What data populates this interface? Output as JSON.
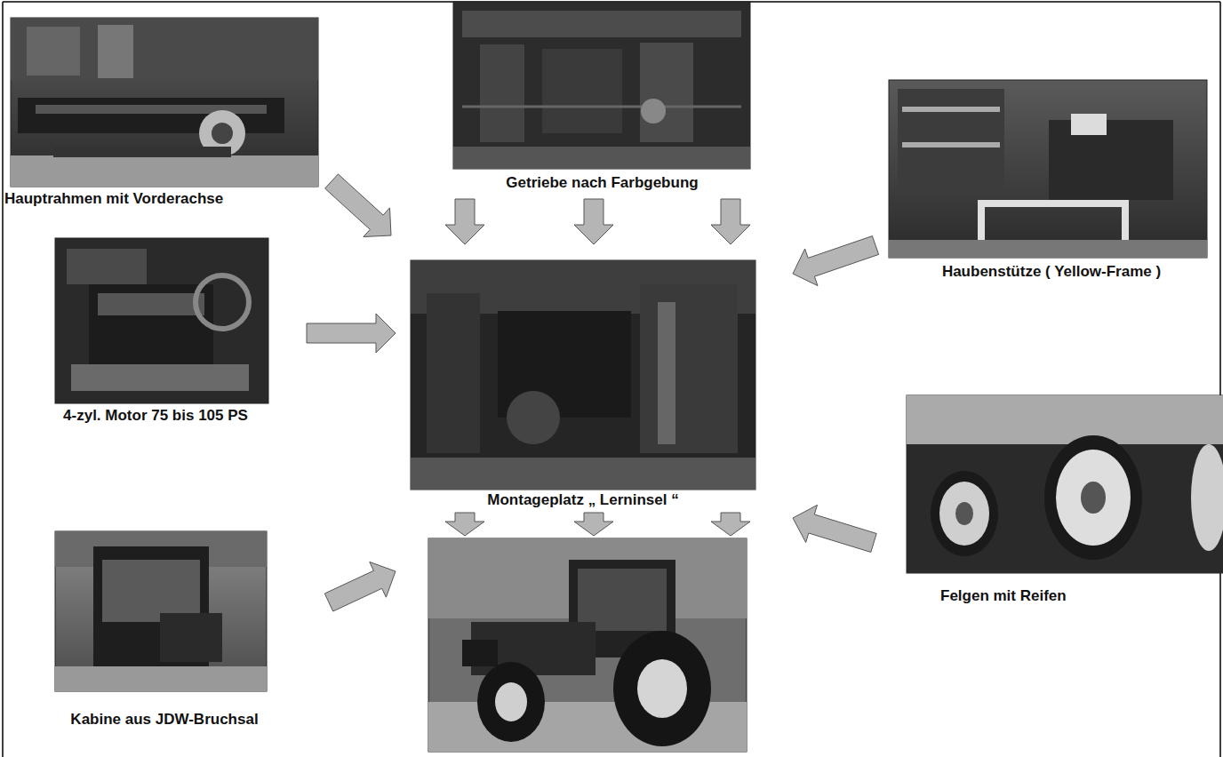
{
  "diagram": {
    "nodes": [
      {
        "text": [
          "Hauptrahmen mit Vorderachse"
        ]
      },
      {
        "text": [
          "Getriebe nach Farbgebung"
        ]
      },
      {
        "text": [
          "Haubenstütze ( Yellow-Frame )"
        ]
      },
      {
        "text": [
          "4-zyl. Motor 75 bis 105 PS"
        ]
      },
      {
        "text": [
          "Montageplatz „ Lerninsel “"
        ]
      },
      {
        "text": [
          "Felgen mit Reifen"
        ]
      },
      {
        "text": [
          "Kabine aus JDW-Bruchsal"
        ]
      }
    ],
    "edges": [
      {
        "from": 0,
        "to": 4,
        "arrow": "to"
      },
      {
        "from": 1,
        "to": 4,
        "arrow": "to"
      },
      {
        "from": 1,
        "to": 4,
        "arrow": "to"
      },
      {
        "from": 1,
        "to": 4,
        "arrow": "to"
      },
      {
        "from": 2,
        "to": 4,
        "arrow": "to"
      },
      {
        "from": 3,
        "to": 4,
        "arrow": "to"
      },
      {
        "from": 5,
        "to": 4,
        "arrow": "to"
      },
      {
        "from": 6,
        "to": 4,
        "arrow": "to"
      }
    ]
  }
}
